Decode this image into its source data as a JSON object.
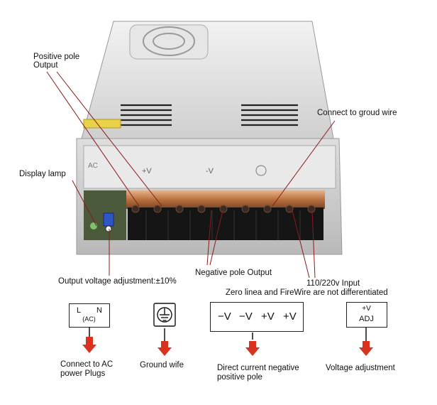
{
  "callouts": {
    "positive_pole_output": [
      "Positive pole",
      "Output"
    ],
    "display_lamp": "Display lamp",
    "connect_ground_wire": "Connect to groud wire",
    "output_voltage_adjustment": "Output voltage adjustment:±10%",
    "negative_pole_output": "Negative pole Output",
    "input_voltage": "110/220v Input",
    "zero_line_note": "Zero linea and FireWire are not differentiated"
  },
  "device": {
    "terminal_labels": [
      "+V",
      "-V"
    ],
    "lamp_label": "AC"
  },
  "symbols": {
    "ac": {
      "l": "L",
      "n": "N",
      "sub": "(AC)",
      "caption": [
        "Connect to AC",
        "power Plugs"
      ]
    },
    "ground": {
      "caption": "Ground wife"
    },
    "dc": {
      "terminals": [
        "−V",
        "−V",
        "+V",
        "+V"
      ],
      "caption": [
        "Direct current negative",
        "positive pole"
      ]
    },
    "adj": {
      "top": "+V",
      "bottom": "ADJ",
      "caption": "Voltage adjustment"
    }
  },
  "colors": {
    "arrow": "#d9331f",
    "callout_line": "#8b1a1a",
    "casing": "#d8d8d8",
    "terminal_copper": "#b8703e"
  }
}
